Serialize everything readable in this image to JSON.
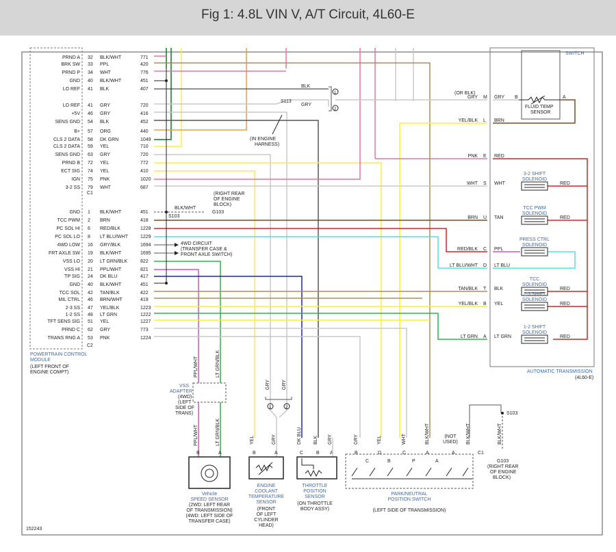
{
  "header": {
    "title": "Fig 1: 4.8L VIN V, A/T Circuit, 4L60-E"
  },
  "figure_id": "152243",
  "colors": {
    "pink": "#e8739a",
    "yellow": "#ffee33",
    "green": "#2db34a",
    "dkgreen": "#0a7a1e",
    "orange": "#e8a13c",
    "gray": "#c8c8c8",
    "dkgray": "#555555",
    "tan": "#b08a5a",
    "red": "#d62020",
    "ltblue": "#4fe0e8",
    "dkblue": "#1a2a8a",
    "blk": "#222222",
    "brown": "#7a4a1e",
    "purple": "#cc55cc",
    "label_blue": "#3a6ab0"
  },
  "pcm": {
    "name": [
      "POWERTRAIN CONTROL",
      "MODULE"
    ],
    "location": [
      "(LEFT FRONT OF",
      "ENGINE COMPT)"
    ],
    "connector_c1": "C1",
    "connector_c2": "C2",
    "pins": [
      {
        "label": "PRND A",
        "pin": "32",
        "color": "BLK/WHT",
        "circuit": "771",
        "wire": "pink"
      },
      {
        "label": "BRK SW",
        "pin": "33",
        "color": "PPL",
        "circuit": "420",
        "wire": "tan"
      },
      {
        "label": "PRND P",
        "pin": "34",
        "color": "WHT",
        "circuit": "776",
        "wire": "pink"
      },
      {
        "label": "GND",
        "pin": "40",
        "color": "BLK/WHT",
        "circuit": "451",
        "wire": "blk"
      },
      {
        "label": "LO REF",
        "pin": "41",
        "color": "BLK",
        "circuit": "407",
        "wire": "blk"
      },
      {
        "label": "LO REF",
        "pin": "41",
        "color": "GRY",
        "circuit": "720",
        "wire": "gray"
      },
      {
        "label": "+5V",
        "pin": "46",
        "color": "GRY",
        "circuit": "416",
        "wire": "gray"
      },
      {
        "label": "SENS GND",
        "pin": "54",
        "color": "BLK",
        "circuit": "452",
        "wire": "blk"
      },
      {
        "label": "B+",
        "pin": "57",
        "color": "ORG",
        "circuit": "440",
        "wire": "orange"
      },
      {
        "label": "CLS 2 DATA",
        "pin": "58",
        "color": "DK GRN",
        "circuit": "1049",
        "wire": "dkgreen"
      },
      {
        "label": "CLS 2 DATA",
        "pin": "59",
        "color": "YEL",
        "circuit": "710",
        "wire": "yellow"
      },
      {
        "label": "SENS GND",
        "pin": "63",
        "color": "GRY",
        "circuit": "720",
        "wire": "gray"
      },
      {
        "label": "PRND B",
        "pin": "72",
        "color": "YEL",
        "circuit": "772",
        "wire": "yellow"
      },
      {
        "label": "ECT SIG",
        "pin": "74",
        "color": "YEL",
        "circuit": "410",
        "wire": "yellow"
      },
      {
        "label": "IGN",
        "pin": "75",
        "color": "PNK",
        "circuit": "1020",
        "wire": "pink"
      },
      {
        "label": "3-2 SS",
        "pin": "79",
        "color": "WHT",
        "circuit": "687",
        "wire": "gray"
      },
      {
        "label": "GND",
        "pin": "1",
        "color": "BLK/WHT",
        "circuit": "451",
        "wire": "blk"
      },
      {
        "label": "TCC PWM",
        "pin": "2",
        "color": "BRN",
        "circuit": "418",
        "wire": "brown"
      },
      {
        "label": "PC SOL HI",
        "pin": "6",
        "color": "RED/BLK",
        "circuit": "1228",
        "wire": "red"
      },
      {
        "label": "PC SOL LO",
        "pin": "8",
        "color": "LT BLU/WHT",
        "circuit": "1229",
        "wire": "ltblue"
      },
      {
        "label": "4WD LOW",
        "pin": "16",
        "color": "GRY/BLK",
        "circuit": "1694",
        "wire": "dkgray"
      },
      {
        "label": "FRT AXLE SW",
        "pin": "19",
        "color": "BLK/WHT",
        "circuit": "1695",
        "wire": "dkgray"
      },
      {
        "label": "VSS LO",
        "pin": "20",
        "color": "LT GRN/BLK",
        "circuit": "822",
        "wire": "green"
      },
      {
        "label": "VSS HI",
        "pin": "21",
        "color": "PPL/WHT",
        "circuit": "821",
        "wire": "purple"
      },
      {
        "label": "TP SIG",
        "pin": "24",
        "color": "DK BLU",
        "circuit": "417",
        "wire": "dkblue"
      },
      {
        "label": "GND",
        "pin": "40",
        "color": "BLK/WHT",
        "circuit": "451",
        "wire": "blk"
      },
      {
        "label": "TCC SOL",
        "pin": "42",
        "color": "TAN/BLK",
        "circuit": "422",
        "wire": "tan"
      },
      {
        "label": "MIL CTRL",
        "pin": "46",
        "color": "BRN/WHT",
        "circuit": "419",
        "wire": "tan"
      },
      {
        "label": "2-3 SS",
        "pin": "47",
        "color": "YEL/BLK",
        "circuit": "1223",
        "wire": "yellow"
      },
      {
        "label": "1-2 SS",
        "pin": "48",
        "color": "LT GRN",
        "circuit": "1222",
        "wire": "green"
      },
      {
        "label": "TFT SENS SIG",
        "pin": "51",
        "color": "YEL",
        "circuit": "1227",
        "wire": "yellow"
      },
      {
        "label": "PRND C",
        "pin": "62",
        "color": "GRY",
        "circuit": "773",
        "wire": "gray"
      },
      {
        "label": "TRANS RNG A",
        "pin": "53",
        "color": "PNK",
        "circuit": "1224",
        "wire": "pink"
      }
    ]
  },
  "splices": {
    "s113": "S113",
    "s113_blk": "BLK",
    "s113_gry": "GRY",
    "s113_n1": "1",
    "s113_n2": "2",
    "in_engine_harness": [
      "(IN ENGINE",
      "HARNESS)"
    ],
    "s103": "S103",
    "blk_wht": "BLK/WHT",
    "g103": "G103",
    "g103_loc": [
      "(RIGHT REAR",
      "OF ENGINE",
      "BLOCK)"
    ],
    "fourwd": [
      "4WD CIRCUIT",
      "(TRANSFER CASE &",
      "FRONT AXLE SWITCH)"
    ]
  },
  "transmission": {
    "name": "AUTOMATIC TRANSMISSION",
    "model": "(4L60-E)",
    "switch_label": "SWITCH",
    "fluid_temp": [
      "FLUID TEMP",
      "SENSOR"
    ],
    "or_blk": "(OR BLK)",
    "circuits": [
      {
        "wire": "GRY",
        "pin": "M",
        "inner": "GRY",
        "b": "B",
        "a": "A"
      },
      {
        "wire": "YEL/BLK",
        "pin": "L",
        "inner": "BRN"
      },
      {
        "wire": "PNK",
        "pin": "E",
        "inner": "RED"
      },
      {
        "wire": "WHT",
        "pin": "S",
        "inner": "WHT",
        "sol": [
          "3-2 SHIFT",
          "SOLENOID"
        ],
        "out": "RED"
      },
      {
        "wire": "BRN",
        "pin": "U",
        "inner": "TAN",
        "sol": [
          "TCC PWM",
          "SOLENOID"
        ],
        "out": "RED"
      },
      {
        "wire": "RED/BLK",
        "pin": "C",
        "inner": "PPL",
        "sol": [
          "PRESS CTRL",
          "SOLENOID"
        ]
      },
      {
        "wire": "LT BLU/WHT",
        "pin": "D",
        "inner": "LT BLU"
      },
      {
        "wire": "TAN/BLK",
        "pin": "T",
        "inner": "BLK",
        "sol": [
          "TCC",
          "SOLENOID"
        ],
        "out": "RED"
      },
      {
        "wire": "YEL/BLK",
        "pin": "B",
        "inner": "YEL",
        "sol": [
          "2-3 SHIFT",
          "SOLENOID"
        ],
        "out": "RED"
      },
      {
        "wire": "LT GRN",
        "pin": "A",
        "inner": "LT GRN",
        "sol": [
          "1-2 SHIFT",
          "SOLENOID"
        ],
        "out": "RED"
      }
    ]
  },
  "vss_adapter": {
    "label": [
      "VSS",
      "ADAPTER",
      "(4WD)",
      "(LEFT",
      "SIDE OF",
      "TRANS)"
    ],
    "wire_top_a": "PPL/WHT",
    "wire_top_b": "LT GRN/BLK",
    "wire_bot_a": "PPL/WHT",
    "wire_bot_b": "LT GRN/BLK"
  },
  "vss": {
    "pin_a": "A",
    "pin_b": "B",
    "label": [
      "Vehicle",
      "SPEED SENSOR",
      "(2WD: LEFT REAR",
      "OF TRANSMISSION)",
      "(4WD: LEFT SIDE OF",
      "TRANSFER CASE)"
    ]
  },
  "ect": {
    "wire_b": "YEL",
    "wire_a": "GRY",
    "pin_b": "B",
    "pin_a": "A",
    "gry1": "GRY",
    "gry2": "GRY",
    "n1": "1",
    "n2": "2",
    "label": [
      "ENGINE",
      "COOLANT",
      "TEMPERATURE",
      "SENSOR"
    ],
    "loc": [
      "(FRONT",
      "OF LEFT",
      "CYLINDER",
      "HEAD)"
    ]
  },
  "tps": {
    "wire_c": "DK BLU",
    "wire_b": "BLK",
    "wire_a": "GRY",
    "pin_c": "C",
    "pin_b": "B",
    "pin_a": "A",
    "label": [
      "THROTTLE",
      "POSITION",
      "SENSOR"
    ],
    "loc": [
      "(ON THROTTLE",
      "BODY ASSY)"
    ]
  },
  "pnp": {
    "wires": [
      "GRY",
      "YEL",
      "WHT",
      "BLK/WHT",
      "(NOT",
      "USED)",
      "BLK/WHT"
    ],
    "pins": [
      "B",
      "D",
      "C",
      "A",
      "A",
      "C1",
      "C",
      "B",
      "P",
      "A"
    ],
    "label": [
      "PARK/NEUTRAL",
      "POSITION SWITCH"
    ],
    "loc": "(LEFT SIDE OF TRANSMISSION)",
    "s103": "S103",
    "g103": "G103",
    "g103_loc": [
      "(RIGHT REAR",
      "OF ENGINE",
      "BLOCK)"
    ],
    "blk_wht": "BLK/WHT"
  }
}
